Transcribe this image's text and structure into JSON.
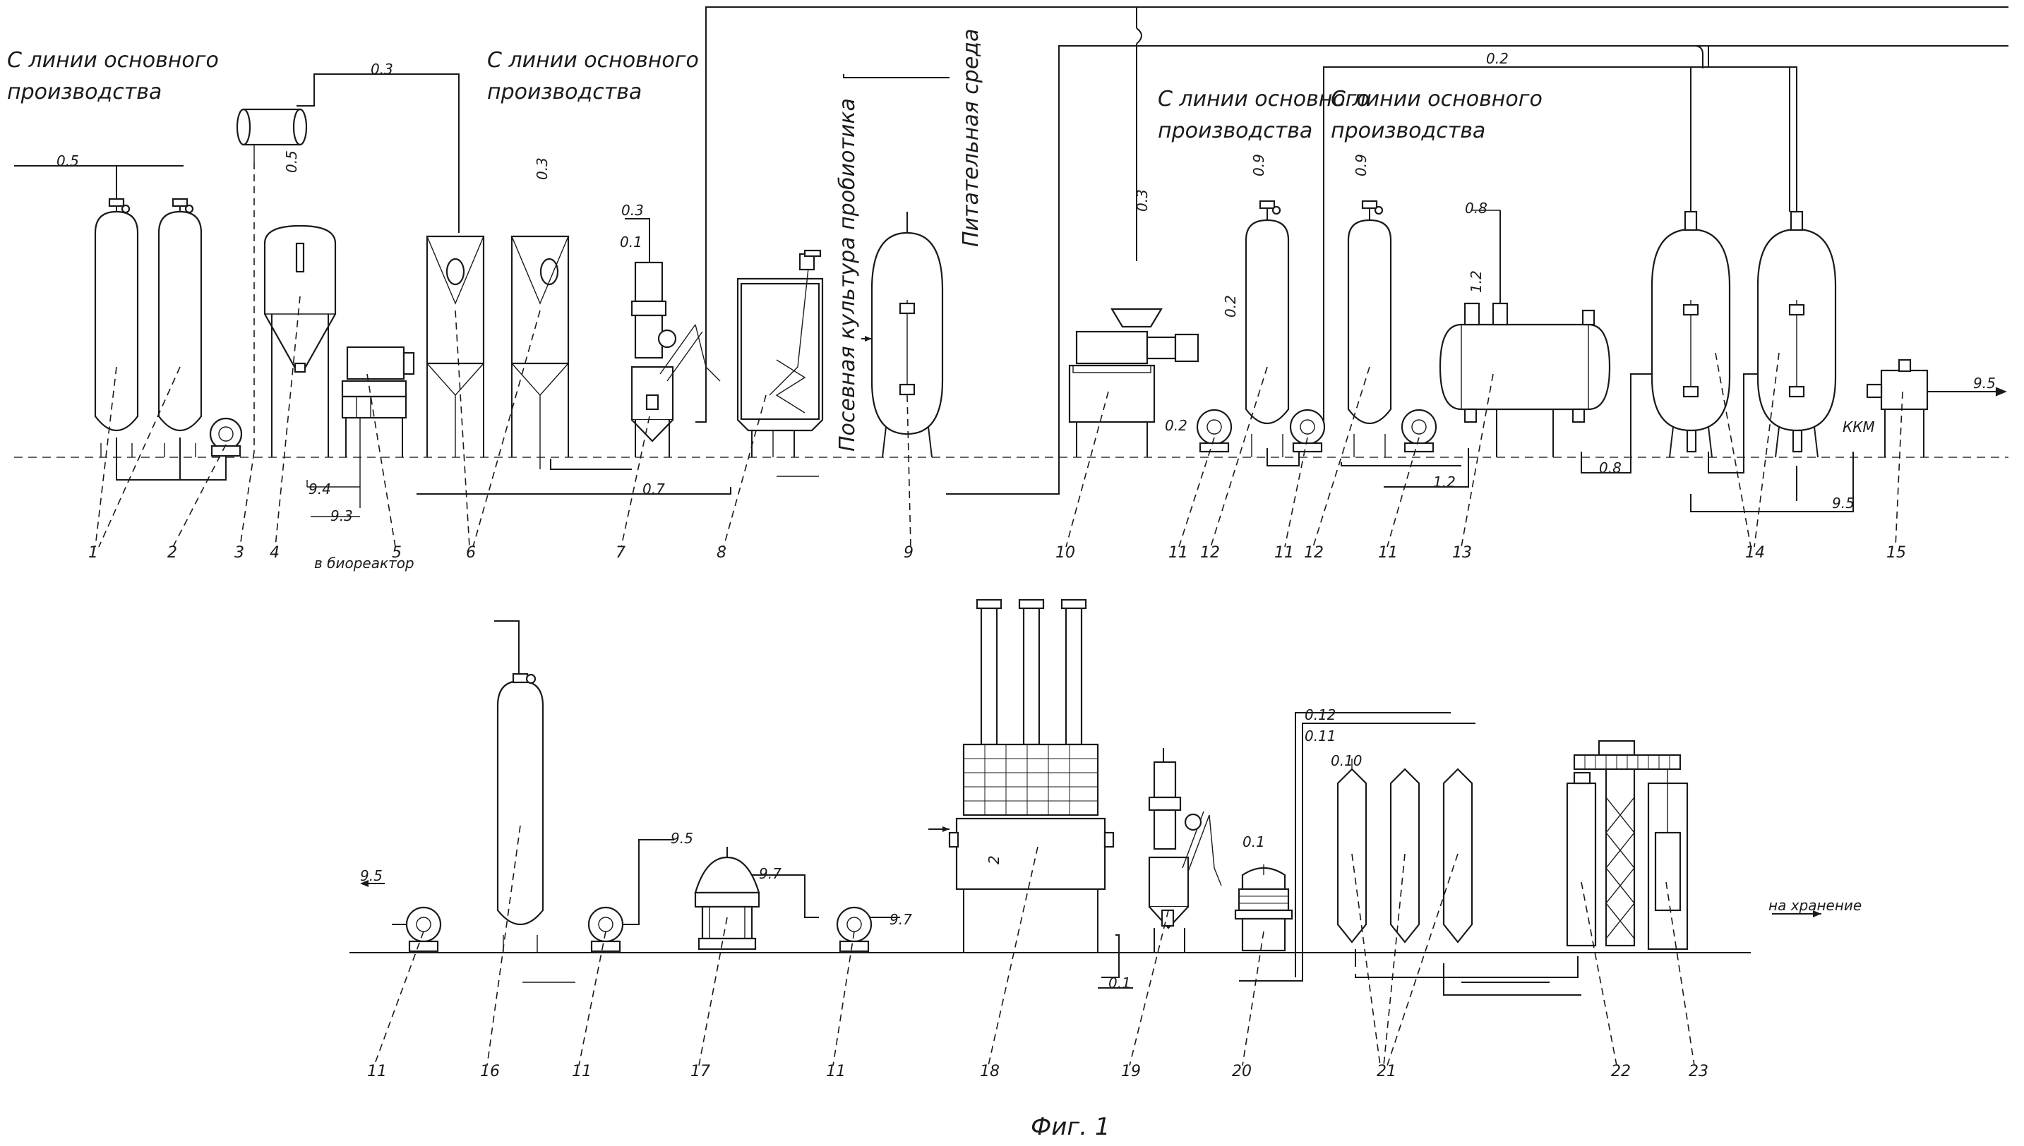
{
  "notes": {
    "main_line_1": "С линии основного производства",
    "main_line_2": "С линии основного производства",
    "main_line_3": "С линии основного производства",
    "main_line_4": "С линии основного производства",
    "seed_culture": "Посевная культура пробиотика",
    "nutrient_medium": "Питательная среда",
    "to_bioreactor": "в биореактор",
    "to_storage": "на хранение",
    "kkm": "ККМ",
    "figure_caption": "Фиг. 1"
  },
  "codes": {
    "c1": "0.5",
    "c2": "0.3",
    "c3": "0.3",
    "c4": "0.5",
    "c5": "0.3",
    "c6": "0.1",
    "c7": "9.4",
    "c8": "9.3",
    "c9": "0.7",
    "c10": "0.3",
    "c11": "0.9",
    "c12": "0.2",
    "c13": "0.2",
    "c14": "0.9",
    "c15": "0.8",
    "c16": "1.2",
    "c17": "1.2",
    "c18": "0.8",
    "c19": "9.5",
    "c20": "9.5",
    "c21": "0.2",
    "c22": "9.5",
    "c23": "9.5",
    "c24": "9.7",
    "c25": "9.7",
    "c26": "0.1",
    "c27": "0.12",
    "c28": "0.11",
    "c29": "0.10",
    "c30": "0.1",
    "c31": "2"
  },
  "positions": {
    "p1": "1",
    "p2": "2",
    "p3": "3",
    "p4": "4",
    "p5": "5",
    "p6": "6",
    "p7": "7",
    "p8": "8",
    "p9": "9",
    "p10": "10",
    "p11a": "11",
    "p12a": "12",
    "p11b": "11",
    "p12b": "12",
    "p11c": "11",
    "p13": "13",
    "p14": "14",
    "p15": "15",
    "p11d": "11",
    "p16": "16",
    "p11e": "11",
    "p17": "17",
    "p11f": "11",
    "p18": "18",
    "p19": "19",
    "p20": "20",
    "p21": "21",
    "p22": "22",
    "p23": "23"
  }
}
